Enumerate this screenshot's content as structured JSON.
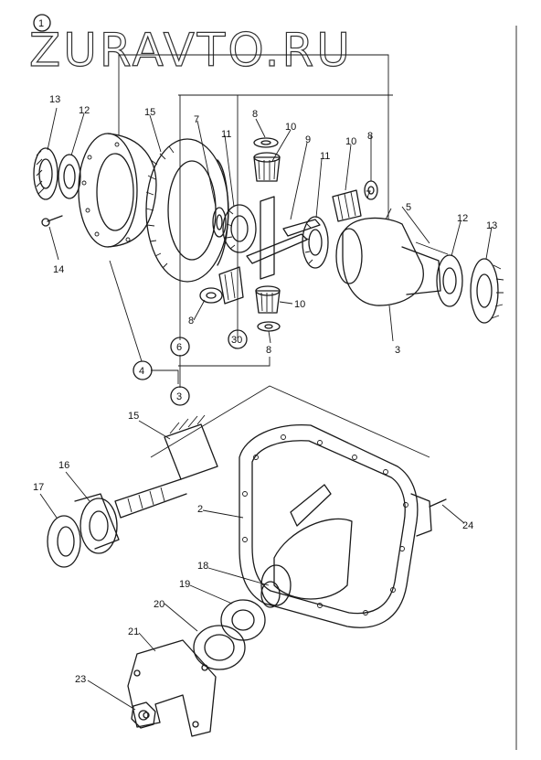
{
  "watermark": "ZURAVTO.RU",
  "figure_number": "1",
  "callouts": [
    "2",
    "3",
    "3",
    "4",
    "5",
    "6",
    "7",
    "7",
    "8",
    "8",
    "8",
    "8",
    "9",
    "10",
    "10",
    "10",
    "11",
    "11",
    "12",
    "12",
    "13",
    "13",
    "14",
    "15",
    "15",
    "16",
    "17",
    "18",
    "19",
    "20",
    "21",
    "23",
    "24",
    "30"
  ]
}
